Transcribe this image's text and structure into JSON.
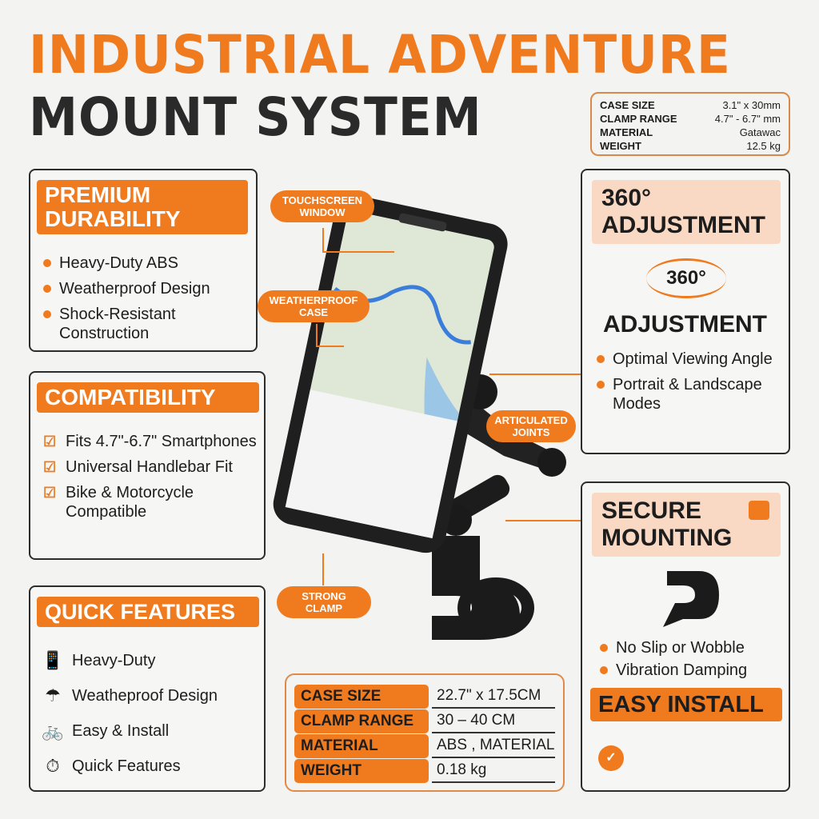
{
  "title": {
    "line1": "INDUSTRIAL ADVENTURE",
    "line2": "MOUNT SYSTEM"
  },
  "top_specs": [
    {
      "label": "CASE SIZE",
      "value": "3.1\" x 30mm"
    },
    {
      "label": "CLAMP RANGE",
      "value": "4.7\" - 6.7\" mm"
    },
    {
      "label": "MATERIAL",
      "value": "Gatawac"
    },
    {
      "label": "WEIGHT",
      "value": "12.5 kg"
    }
  ],
  "durability": {
    "title_1": "PREMIUM",
    "title_2": "DURABILITY",
    "items": [
      "Heavy-Duty ABS",
      "Weatherproof Design",
      "Shock-Resistant Construction"
    ]
  },
  "compatibility": {
    "title": "COMPATIBILITY",
    "items": [
      "Fits 4.7\"-6.7\" Smartphones",
      "Universal Handlebar Fit",
      "Bike & Motorcycle Compatible"
    ]
  },
  "quick": {
    "title": "QUICK FEATURES",
    "items": [
      {
        "icon": "phone-icon",
        "label": "Heavy-Duty"
      },
      {
        "icon": "rain-icon",
        "label": "Weatheproof Design"
      },
      {
        "icon": "bicycle-icon",
        "label": "Easy & Install"
      },
      {
        "icon": "stopwatch-icon",
        "label": "Quick Features"
      }
    ]
  },
  "callouts": {
    "touchscreen": "TOUCHSCREEN WINDOW",
    "weatherproof": "WEATHERPROOF CASE",
    "joints": "ARTICULATED JOINTS",
    "clamp": "STRONG CLAMP"
  },
  "adjustment": {
    "title_1": "360°",
    "title_2": "ADJUSTMENT",
    "badge": "360°",
    "subtitle": "ADJUSTMENT",
    "items": [
      "Optimal Viewing Angle",
      "Portrait & Landscape Modes"
    ]
  },
  "secure": {
    "title_1": "SECURE",
    "title_2": "MOUNTING",
    "items": [
      "No Slip or Wobble",
      "Vibration Damping"
    ],
    "install": "EASY INSTALL"
  },
  "bottom_specs": [
    {
      "label": "CASE SIZE",
      "value": "22.7\" x 17.5CM"
    },
    {
      "label": "CLAMP RANGE",
      "value": "30 – 40 CM"
    },
    {
      "label": "MATERIAL",
      "value": "ABS , MATERIAL"
    },
    {
      "label": "WEIGHT",
      "value": "0.18 kg"
    }
  ],
  "colors": {
    "accent": "#f07a1e",
    "background": "#f3f3f2",
    "dark": "#2a2a2a"
  }
}
